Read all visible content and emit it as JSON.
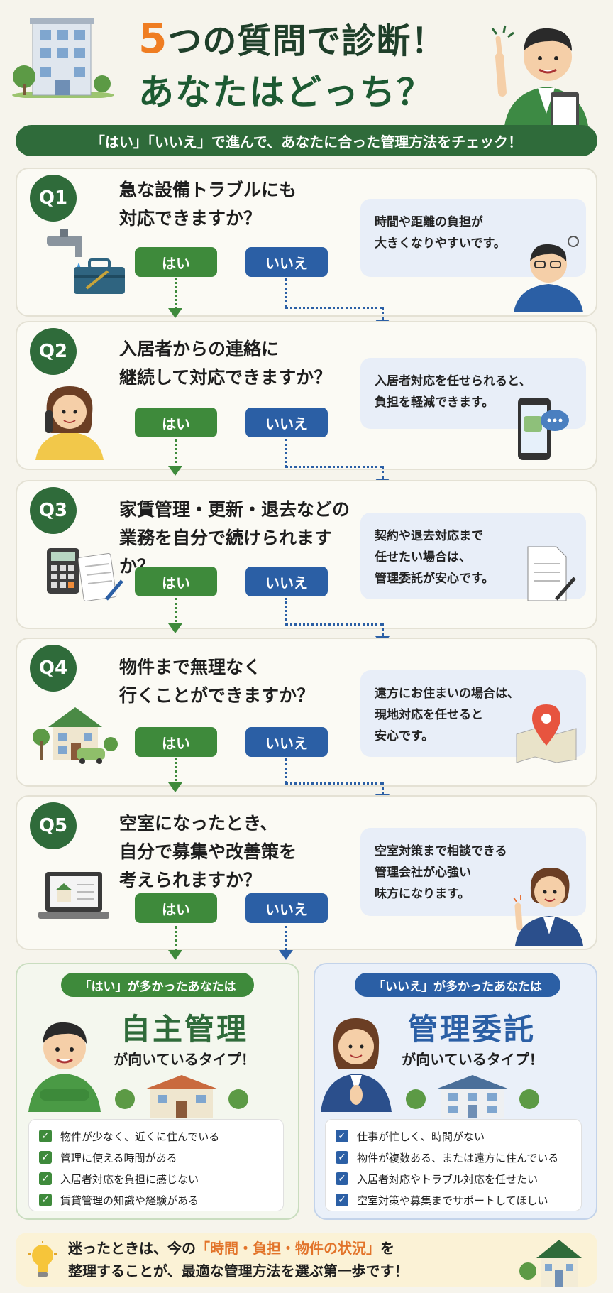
{
  "header": {
    "title_num": "5",
    "title_rest": "つの質問で診断！",
    "title_line2": "あなたはどっち？",
    "banner": "「はい」「いいえ」で進んで、あなたに合った管理方法をチェック！"
  },
  "questions": [
    {
      "badge": "Q1",
      "line1": "急な設備トラブルにも",
      "line2": "対応できますか？",
      "yes": "はい",
      "no": "いいえ",
      "advice1": "時間や距離の負担が",
      "advice2": "大きくなりやすいです。",
      "advice3": ""
    },
    {
      "badge": "Q2",
      "line1": "入居者からの連絡に",
      "line2": "継続して対応できますか？",
      "yes": "はい",
      "no": "いいえ",
      "advice1": "入居者対応を任せられると、",
      "advice2": "負担を軽減できます。",
      "advice3": ""
    },
    {
      "badge": "Q3",
      "line1": "家賃管理・更新・退去などの",
      "line2": "業務を自分で続けられますか？",
      "yes": "はい",
      "no": "いいえ",
      "advice1": "契約や退去対応まで",
      "advice2": "任せたい場合は、",
      "advice3": "管理委託が安心です。"
    },
    {
      "badge": "Q4",
      "line1": "物件まで無理なく",
      "line2": "行くことができますか？",
      "yes": "はい",
      "no": "いいえ",
      "advice1": "遠方にお住まいの場合は、",
      "advice2": "現地対応を任せると",
      "advice3": "安心です。"
    },
    {
      "badge": "Q5",
      "line1": "空室になったとき、",
      "line2": "自分で募集や改善策を",
      "line3": "考えられますか？",
      "yes": "はい",
      "no": "いいえ",
      "advice1": "空室対策まで相談できる",
      "advice2": "管理会社が心強い",
      "advice3": "味方になります。"
    }
  ],
  "results": {
    "left": {
      "pill": "「はい」が多かったあなたは",
      "name": "自主管理",
      "sub": "が向いているタイプ！",
      "checks": [
        "物件が少なく、近くに住んでいる",
        "管理に使える時間がある",
        "入居者対応を負担に感じない",
        "賃貸管理の知識や経験がある"
      ]
    },
    "right": {
      "pill": "「いいえ」が多かったあなたは",
      "name": "管理委託",
      "sub": "が向いているタイプ！",
      "checks": [
        "仕事が忙しく、時間がない",
        "物件が複数ある、または遠方に住んでいる",
        "入居者対応やトラブル対応を任せたい",
        "空室対策や募集までサポートしてほしい"
      ]
    }
  },
  "footer": {
    "part1": "迷ったときは、今の",
    "highlight": "「時間・負担・物件の状況」",
    "part2": "を",
    "line2": "整理することが、最適な管理方法を選ぶ第一歩です！"
  },
  "colors": {
    "green": "#2f6b3a",
    "yes": "#3e8a3b",
    "no": "#2b5fa5",
    "orange": "#ef7d22"
  },
  "icons": [
    "building-icon",
    "man-pointing-icon",
    "faucet-icon",
    "toolbox-icon",
    "thinking-man-icon",
    "woman-phone-icon",
    "smartphone-chat-icon",
    "calculator-icon",
    "notebook-icon",
    "document-pen-icon",
    "house-car-icon",
    "map-pin-icon",
    "laptop-icon",
    "woman-pointing-icon",
    "check-icon",
    "lightbulb-icon",
    "house-icon"
  ]
}
